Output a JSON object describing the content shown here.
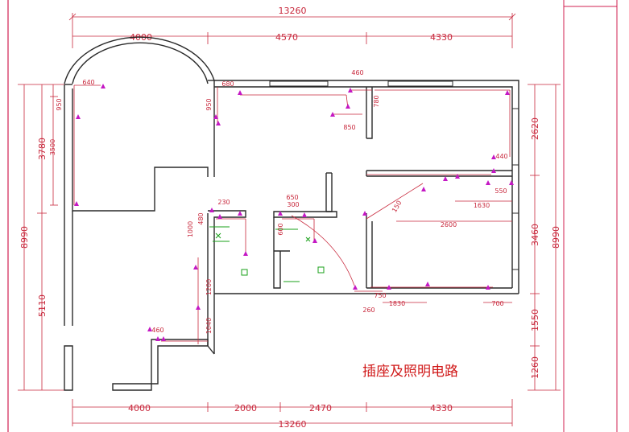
{
  "title": "插座及照明电路",
  "colors": {
    "dimension": "#c8283c",
    "wall": "#2a2a2a",
    "socket": "#c418c4",
    "fixture": "#1aa01a",
    "title": "#d01818"
  },
  "dimensions": {
    "top_total": "13260",
    "top_segments": [
      "4000",
      "4570",
      "4330"
    ],
    "bottom_total": "13260",
    "bottom_segments": [
      "4000",
      "2000",
      "2470",
      "4330"
    ],
    "left_total": "8990",
    "left_segments": [
      "3780",
      "5110"
    ],
    "right_total": "8990",
    "right_segments": [
      "2620",
      "3460",
      "1550",
      "1260"
    ]
  },
  "annotations": {
    "a640": "640",
    "a950_left": "950",
    "a3500": "3500",
    "a950_mid": "950",
    "a680": "680",
    "a460_top": "460",
    "a780": "780",
    "a850": "850",
    "a440": "440",
    "a550": "550",
    "a1630": "1630",
    "a2600": "2600",
    "a150": "150",
    "a650": "650",
    "a300": "300",
    "a230": "230",
    "a1000": "1000",
    "a480": "480",
    "a600": "600",
    "a1200": "1200",
    "a1040": "1040",
    "a460_bottom": "460",
    "a750": "750",
    "a260": "260",
    "a1830": "1830",
    "a700": "700"
  }
}
